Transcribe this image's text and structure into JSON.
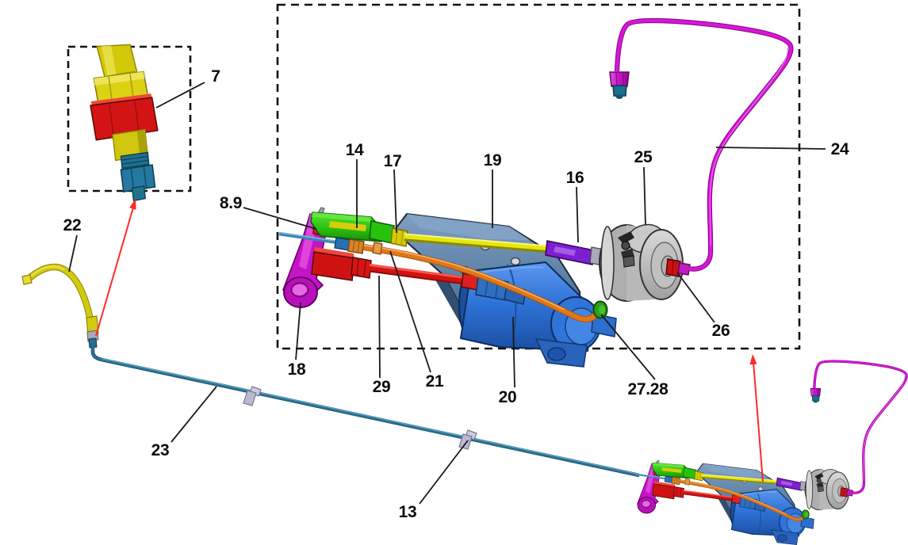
{
  "diagram": {
    "figure_type": "exploded parts diagram",
    "part_labels": [
      {
        "id": "label-7",
        "text": "7"
      },
      {
        "id": "label-8-9",
        "text": "8.9"
      },
      {
        "id": "label-22",
        "text": "22"
      },
      {
        "id": "label-14",
        "text": "14"
      },
      {
        "id": "label-17",
        "text": "17"
      },
      {
        "id": "label-19",
        "text": "19"
      },
      {
        "id": "label-16",
        "text": "16"
      },
      {
        "id": "label-25",
        "text": "25"
      },
      {
        "id": "label-24",
        "text": "24"
      },
      {
        "id": "label-26",
        "text": "26"
      },
      {
        "id": "label-18",
        "text": "18"
      },
      {
        "id": "label-29",
        "text": "29"
      },
      {
        "id": "label-21",
        "text": "21"
      },
      {
        "id": "label-20",
        "text": "20"
      },
      {
        "id": "label-27-28",
        "text": "27.28"
      },
      {
        "id": "label-23",
        "text": "23"
      },
      {
        "id": "label-13",
        "text": "13"
      }
    ],
    "colors": {
      "background": "#ffffff",
      "outline_black": "#1a1a1a",
      "arrow_red": "#ff2a2a",
      "hose_yellow": "#d2ca10",
      "rod_yellow": "#e6e60e",
      "clamp_green": "#2fc512",
      "fitting_green": "#2f9e1b",
      "lever_magenta": "#c713c7",
      "tube_magenta": "#d816d8",
      "rod_red": "#d31212",
      "fitting_red": "#cc1111",
      "tube_orange": "#e07818",
      "sleeve_purple": "#7d1fd0",
      "pipe_teal": "#2a7295",
      "cylinder_blue": "#2f74d8",
      "bracket_slate": "#5d80a6",
      "booster_gray": "#c4c4c4",
      "clip_lavender": "#b9b9d4"
    }
  }
}
